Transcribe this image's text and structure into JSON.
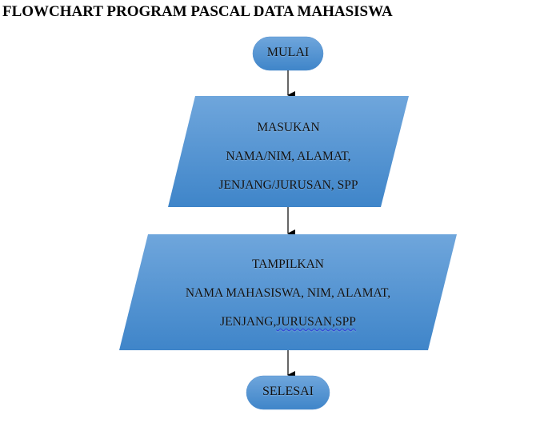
{
  "document": {
    "title": "FLOWCHART PROGRAM PASCAL DATA MAHASISWA"
  },
  "colors": {
    "shape_fill_top": "#6fa6dc",
    "shape_fill_bottom": "#3f85c9",
    "arrow": "#000000",
    "text": "#111111",
    "spellcheck_underline": "#2b3bd6"
  },
  "flowchart": {
    "start": {
      "type": "terminator",
      "label": "MULAI"
    },
    "input": {
      "type": "data-io",
      "lines": [
        "MASUKAN",
        "NAMA/NIM, ALAMAT,",
        "JENJANG/JURUSAN, SPP"
      ]
    },
    "output": {
      "type": "data-io",
      "lines": [
        "TAMPILKAN",
        "NAMA MAHASISWA, NIM, ALAMAT,"
      ],
      "last_line_prefix": "JENJANG,",
      "last_line_underlined": "JURUSAN,SPP"
    },
    "end": {
      "type": "terminator",
      "label": "SELESAI"
    },
    "connectors": [
      {
        "from": "start",
        "to": "input"
      },
      {
        "from": "input",
        "to": "output"
      },
      {
        "from": "output",
        "to": "end"
      }
    ]
  }
}
